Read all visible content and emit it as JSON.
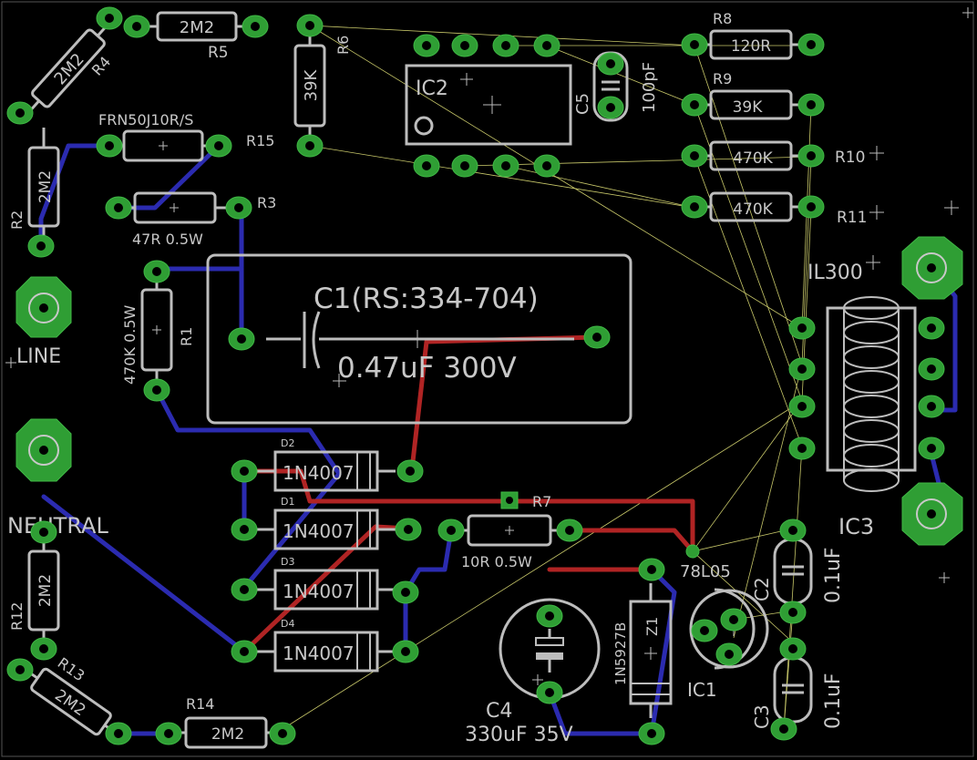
{
  "components": {
    "r4_value": "2M2",
    "r4_ref": "R4",
    "r5_value": "2M2",
    "r5_ref": "R5",
    "r6_value": "39K",
    "r6_ref": "R6",
    "r2_value": "2M2",
    "r2_ref": "R2",
    "r15_value": "FRN50J10R/S",
    "r15_ref": "R15",
    "r3_value": "47R 0.5W",
    "r3_ref": "R3",
    "r1_value": "470K 0.5W",
    "r1_ref": "R1",
    "r8_ref": "R8",
    "r8_value": "120R",
    "r9_ref": "R9",
    "r9_value": "39K",
    "r10_ref": "R10",
    "r10_value": "470K",
    "r11_ref": "R11",
    "r11_value": "470K",
    "ic2_ref": "IC2",
    "c5_ref": "C5",
    "c5_value": "100pF",
    "c1_ref": "C1(RS:334-704)",
    "c1_value": "0.47uF 300V",
    "il300_ref": "IL300",
    "ic3_ref": "IC3",
    "line_label": "LINE",
    "neutral_label": "NEUTRAL",
    "d2_ref": "D2",
    "d2_value": "1N4007",
    "d1_ref": "D1",
    "d1_value": "1N4007",
    "d3_ref": "D3",
    "d3_value": "1N4007",
    "d4_ref": "D4",
    "d4_value": "1N4007",
    "r7_ref": "R7",
    "r7_value": "10R 0.5W",
    "ic1_value": "78L05",
    "ic1_ref": "IC1",
    "c2_ref": "C2",
    "c2_value": "0.1uF",
    "c3_ref": "C3",
    "c3_value": "0.1uF",
    "z1_ref": "Z1",
    "z1_value": "1N5927B",
    "c4_ref": "C4",
    "c4_value": "330uF 35V",
    "r12_ref": "R12",
    "r12_value": "2M2",
    "r13_ref": "R13",
    "r13_value": "2M2",
    "r14_ref": "R14",
    "r14_value": "2M2"
  },
  "colors": {
    "background": "#000000",
    "pad": "#2f9e34",
    "top_copper": "#b02424",
    "bottom_copper": "#2b2bb0",
    "silkscreen": "#bdbdbd",
    "airwire": "#c9c96a"
  }
}
